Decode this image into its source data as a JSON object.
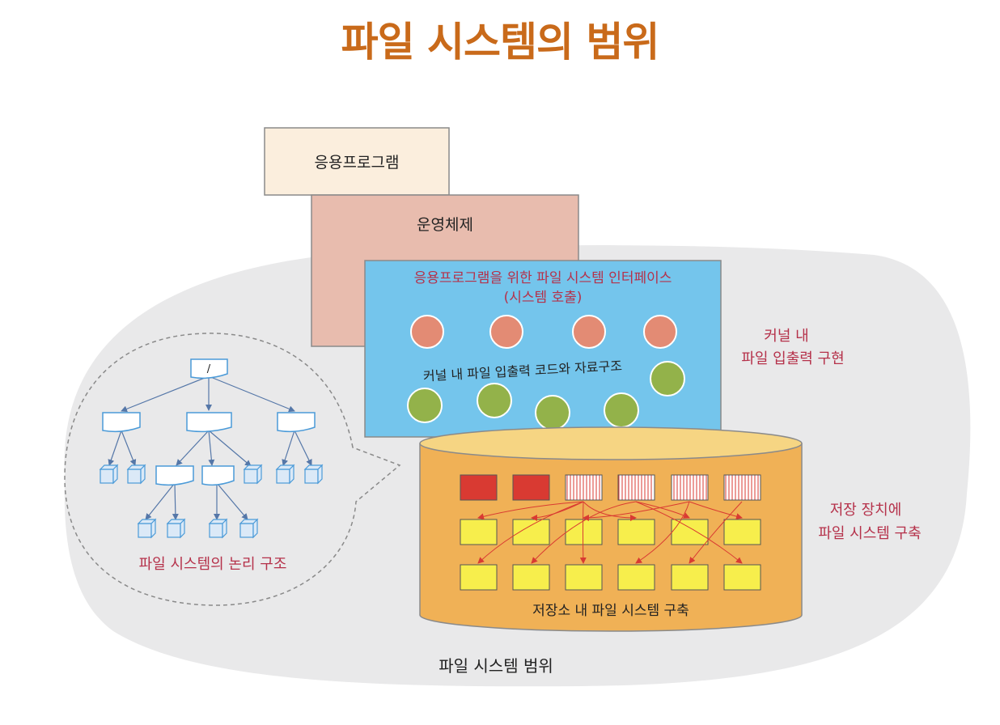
{
  "title": "파일 시스템의 범위",
  "layers": {
    "application": "응용프로그램",
    "os": "운영체제",
    "interface_line1": "응용프로그램을 위한 파일 시스템 인터페이스",
    "interface_line2": "(시스템 호출)",
    "kernel_code": "커널 내 파일 입출력 코드와 자료구조",
    "storage": "저장소 내 파일 시스템 구축"
  },
  "side_labels": {
    "kernel_line1": "커널 내",
    "kernel_line2": "파일 입출력 구현",
    "storage_line1": "저장 장치에",
    "storage_line2": "파일 시스템 구축"
  },
  "tree": {
    "root": "/",
    "caption": "파일 시스템의 논리 구조"
  },
  "scope_label": "파일 시스템 범위",
  "colors": {
    "title": "#c96a1a",
    "accent_text": "#b5314a",
    "app_box": "#fbeedd",
    "os_box": "#e8bcae",
    "interface_box": "#74c5ec",
    "salmon_circle": "#e38b74",
    "green_circle": "#93b24a",
    "cylinder": "#f0b156",
    "cylinder_top": "#f6d583",
    "red_block": "#d93a32",
    "yellow_block": "#f7ee4c",
    "folder_stroke": "#4a9ad8",
    "arrow_red": "#d93a32",
    "arrow_blue": "#5577a8",
    "scope_fill": "#e9e9ea"
  }
}
